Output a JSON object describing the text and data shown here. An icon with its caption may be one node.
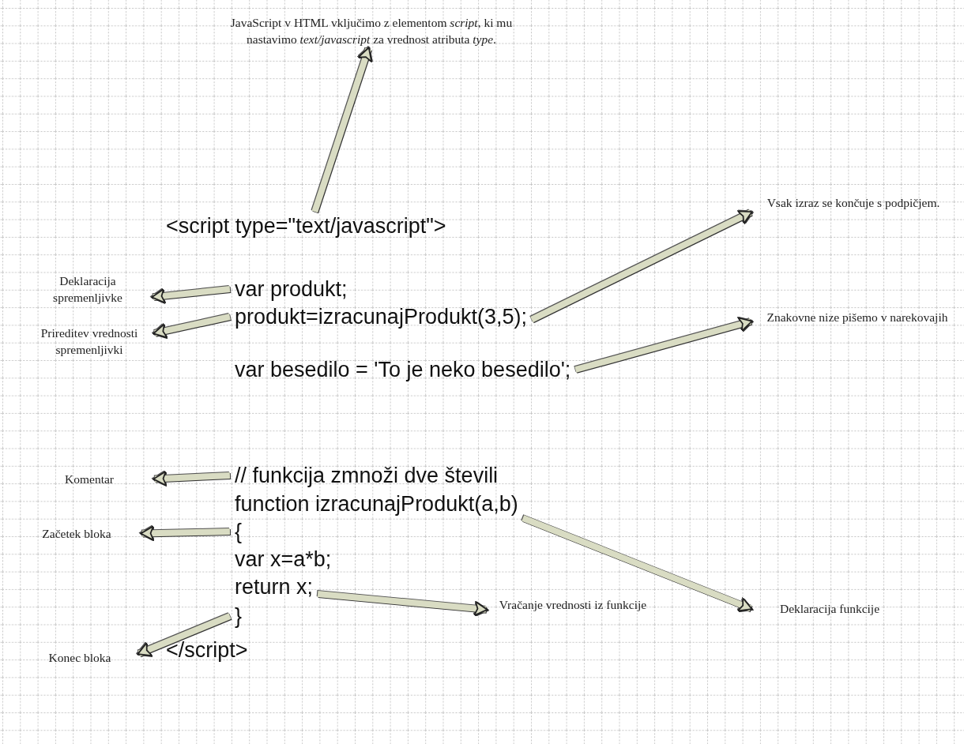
{
  "diagram": {
    "nodes": [
      {
        "text": [
          "JavaScript v HTML vključimo z elementom *script*, ki mu nastavimo *text/javascript* za vrednost atributa *type*."
        ]
      },
      {
        "text": [
          "<script type=\"text/javascript\">"
        ]
      },
      {
        "text": [
          "Vsak izraz se končuje s podpičjem."
        ]
      },
      {
        "text": [
          "Deklaracija spremenljivke"
        ]
      },
      {
        "text": [
          "var produkt;"
        ]
      },
      {
        "text": [
          "Znakovne nize pišemo v narekovajih"
        ]
      },
      {
        "text": [
          "Prireditev vrednosti spremenljivki"
        ]
      },
      {
        "text": [
          "produkt=izracunajProdukt(3,5);"
        ]
      },
      {
        "text": [
          "var besedilo = 'To je neko besedilo';"
        ]
      },
      {
        "text": [
          "Komentar"
        ]
      },
      {
        "text": [
          "// funkcija zmnoži dve števili"
        ]
      },
      {
        "text": [
          "function izracunajProdukt(a,b)"
        ]
      },
      {
        "text": [
          "Začetek bloka"
        ]
      },
      {
        "text": [
          "{"
        ]
      },
      {
        "text": [
          "Deklaracija funkcije"
        ]
      },
      {
        "text": [
          "var x=a*b;"
        ]
      },
      {
        "text": [
          "return x;"
        ]
      },
      {
        "text": [
          "Vračanje vrednosti iz funkcije"
        ]
      },
      {
        "text": [
          "}"
        ]
      },
      {
        "text": [
          "Konec bloka"
        ]
      },
      {
        "text": [
          "</script>"
        ]
      }
    ],
    "edges": [
      {
        "from": 1,
        "to": 0,
        "arrow": "to"
      },
      {
        "from": 7,
        "to": 2,
        "arrow": "to"
      },
      {
        "from": 4,
        "to": 3,
        "arrow": "to"
      },
      {
        "from": 8,
        "to": 5,
        "arrow": "to"
      },
      {
        "from": 7,
        "to": 6,
        "arrow": "to"
      },
      {
        "from": 10,
        "to": 9,
        "arrow": "to"
      },
      {
        "from": 13,
        "to": 12,
        "arrow": "to"
      },
      {
        "from": 11,
        "to": 14,
        "arrow": "to"
      },
      {
        "from": 16,
        "to": 17,
        "arrow": "to"
      },
      {
        "from": 18,
        "to": 19,
        "arrow": "to"
      }
    ]
  }
}
